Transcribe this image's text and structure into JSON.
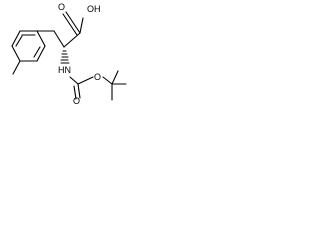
{
  "molecule": {
    "atom_labels": {
      "hydroxyl": "OH",
      "carbonyl_oxygen_top": "O",
      "amine": "HN",
      "carbamate_carbonyl_oxygen": "O",
      "carbamate_ester_oxygen": "O"
    },
    "colors": {
      "bond": "#000000",
      "background": "#ffffff"
    }
  }
}
